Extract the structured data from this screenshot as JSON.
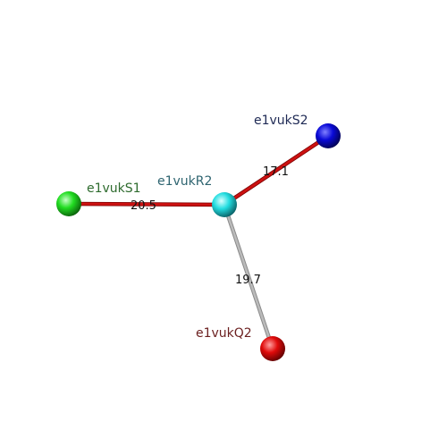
{
  "nodes": {
    "s1": {
      "label": "e1vukS1",
      "color": "#22dd22",
      "label_color": "#2e6b2e"
    },
    "r2": {
      "label": "e1vukR2",
      "color": "#22dde0",
      "label_color": "#2e6470"
    },
    "s2": {
      "label": "e1vukS2",
      "color": "#0a0ad8",
      "label_color": "#1f2a55"
    },
    "q2": {
      "label": "e1vukQ2",
      "color": "#e00a0a",
      "label_color": "#6b1f1f"
    }
  },
  "edges": {
    "s1_r2": {
      "from": "e1vukS1",
      "to": "e1vukR2",
      "distance": "20.5",
      "color": "#cc1111"
    },
    "r2_s2": {
      "from": "e1vukR2",
      "to": "e1vukS2",
      "distance": "17.1",
      "color": "#cc1111"
    },
    "r2_q2": {
      "from": "e1vukR2",
      "to": "e1vukQ2",
      "distance": "19.7",
      "color": "#bbbbbb"
    }
  }
}
